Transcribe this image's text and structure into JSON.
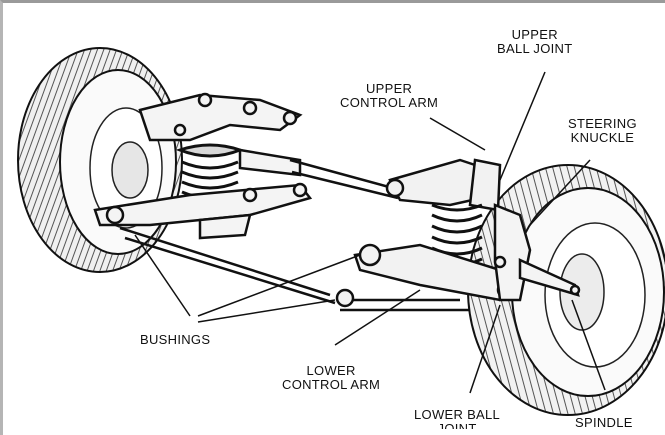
{
  "labels": {
    "upper_ball_joint": {
      "line1": "UPPER",
      "line2": "BALL JOINT"
    },
    "upper_control_arm": {
      "line1": "UPPER",
      "line2": "CONTROL ARM"
    },
    "steering_knuckle": {
      "line1": "STEERING",
      "line2": "KNUCKLE"
    },
    "bushings": "BUSHINGS",
    "lower_control_arm": {
      "line1": "LOWER",
      "line2": "CONTROL ARM"
    },
    "lower_ball_joint": {
      "line1": "LOWER BALL",
      "line2": "JOINT"
    },
    "spindle": "SPINDLE"
  },
  "colors": {
    "ink": "#1a1a1a",
    "tire": "#e8e8e8",
    "tread": "#4a4a4a",
    "frame_border": "#9a9a9a"
  }
}
